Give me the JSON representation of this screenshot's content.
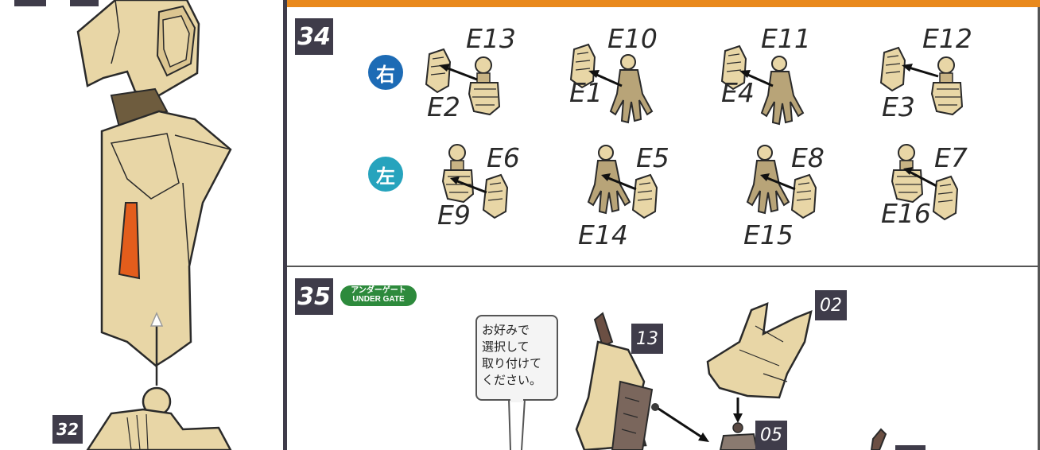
{
  "colors": {
    "accent_orange": "#e9891c",
    "step_box": "#3f3c4a",
    "right_blue": "#1d6bb5",
    "left_teal": "#26a3bd",
    "gate_green": "#2d8a3c",
    "part_tan": "#e8d6a6",
    "part_orange": "#e35d1c"
  },
  "left_panel": {
    "step_number": "32"
  },
  "step34": {
    "number": "34",
    "right_label": "右",
    "left_label": "左",
    "right_row": [
      {
        "top_label": "E13",
        "bottom_label": "E2"
      },
      {
        "top_label": "E10",
        "bottom_label": "E1"
      },
      {
        "top_label": "E11",
        "bottom_label": "E4"
      },
      {
        "top_label": "E12",
        "bottom_label": "E3"
      }
    ],
    "left_row": [
      {
        "top_label": "E6",
        "bottom_label": "E9"
      },
      {
        "top_label": "E5",
        "bottom_label": "E14"
      },
      {
        "top_label": "E8",
        "bottom_label": "E15"
      },
      {
        "top_label": "E7",
        "bottom_label": "E16"
      }
    ]
  },
  "step35": {
    "number": "35",
    "badge_line1": "アンダーゲート",
    "badge_line2": "UNDER GATE",
    "note_line1": "お好みで",
    "note_line2": "選択して",
    "note_line3": "取り付けて",
    "note_line4": "ください。",
    "parts": [
      "13",
      "02",
      "05"
    ]
  }
}
